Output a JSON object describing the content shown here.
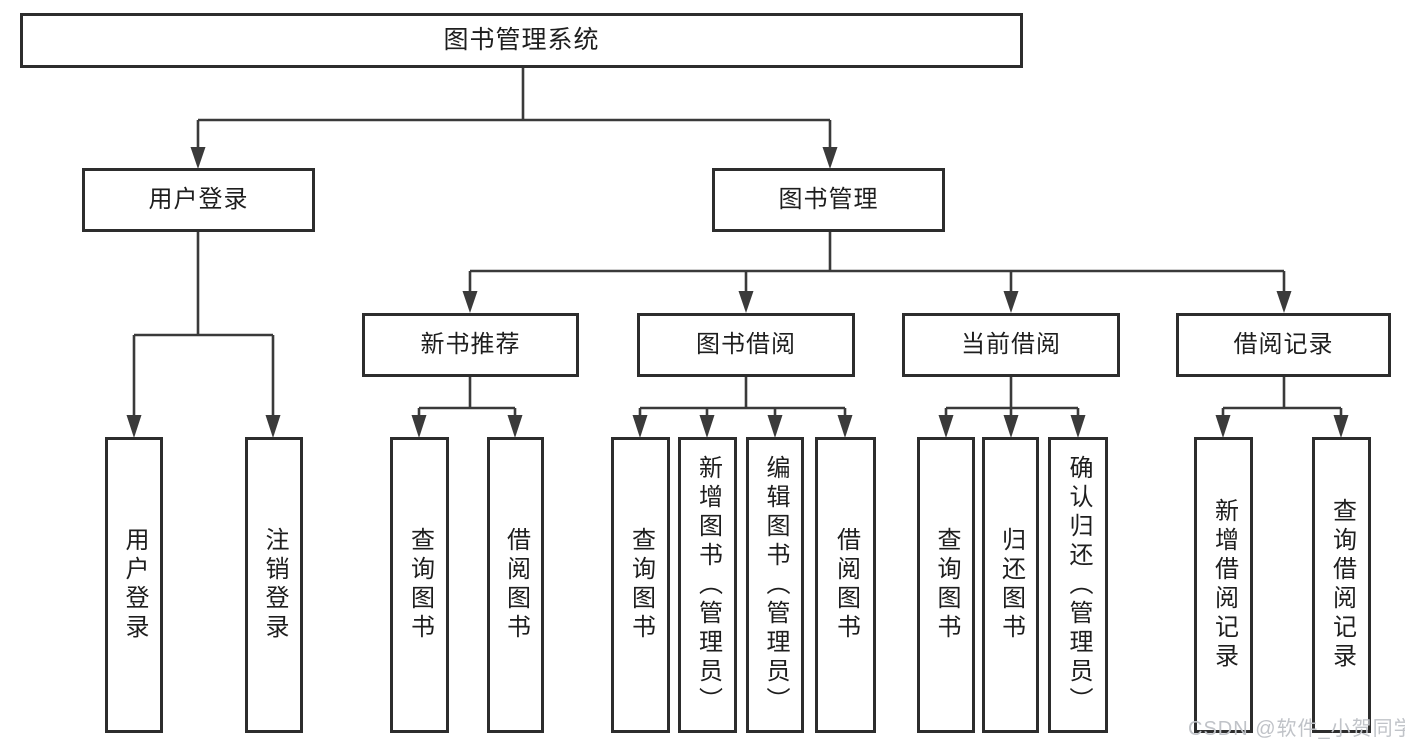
{
  "tree": {
    "root": {
      "label": "图书管理系统"
    },
    "children": [
      {
        "label": "用户登录",
        "children": [
          {
            "label": "用户登录"
          },
          {
            "label": "注销登录"
          }
        ]
      },
      {
        "label": "图书管理",
        "children": [
          {
            "label": "新书推荐",
            "children": [
              {
                "label": "查询图书"
              },
              {
                "label": "借阅图书"
              }
            ]
          },
          {
            "label": "图书借阅",
            "children": [
              {
                "label": "查询图书"
              },
              {
                "label": "新增图书（管理员）"
              },
              {
                "label": "编辑图书（管理员）"
              },
              {
                "label": "借阅图书"
              }
            ]
          },
          {
            "label": "当前借阅",
            "children": [
              {
                "label": "查询图书"
              },
              {
                "label": "归还图书"
              },
              {
                "label": "确认归还（管理员）"
              }
            ]
          },
          {
            "label": "借阅记录",
            "children": [
              {
                "label": "新增借阅记录"
              },
              {
                "label": "查询借阅记录"
              }
            ]
          }
        ]
      }
    ]
  },
  "watermark": {
    "text": "CSDN @软件_小贺同学"
  },
  "colors": {
    "line": "#3a3a3a",
    "border": "#2d2d2d",
    "text": "#1e1e1e",
    "watermark": "#c0c3c8",
    "background": "#ffffff"
  }
}
